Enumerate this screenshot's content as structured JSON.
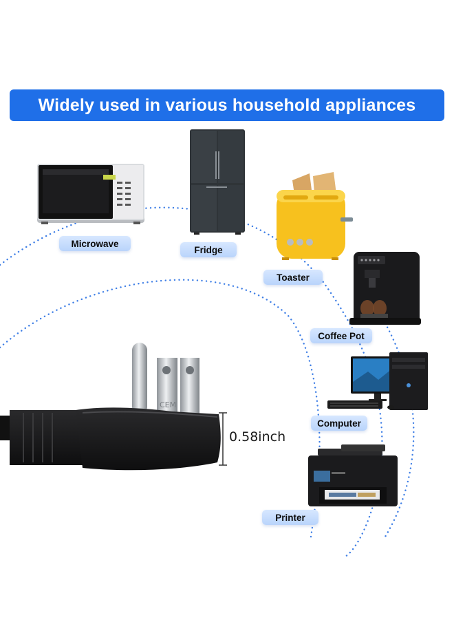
{
  "banner": {
    "text": "Widely used in various household appliances"
  },
  "appliances": {
    "microwave": "Microwave",
    "fridge": "Fridge",
    "toaster": "Toaster",
    "coffee": "Coffee Pot",
    "computer": "Computer",
    "printer": "Printer"
  },
  "plug": {
    "measurement": "0.58inch",
    "engraving": "CEM"
  },
  "colors": {
    "banner": "#1f6fe8",
    "label_bg": "#c8ddfc",
    "dots": "#3f7fe6",
    "toaster": "#f7c11e"
  },
  "icons": [
    "microwave-icon",
    "fridge-icon",
    "toaster-icon",
    "coffee-machine-icon",
    "computer-icon",
    "printer-icon",
    "plug-icon"
  ]
}
